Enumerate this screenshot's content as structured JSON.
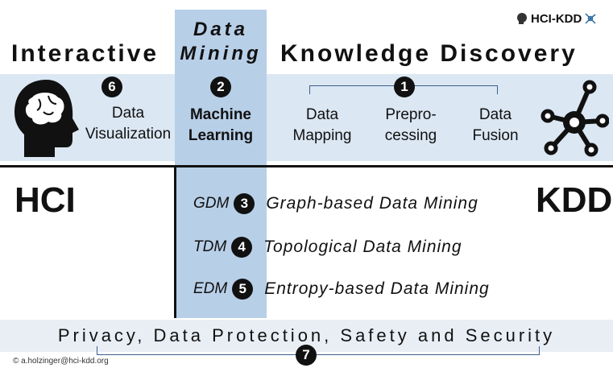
{
  "brand": {
    "label": "HCI-KDD"
  },
  "headers": {
    "interactive": "Interactive",
    "data_mining": "Data Mining",
    "kd": "Knowledge Discovery"
  },
  "steps": {
    "n6": "6",
    "n2": "2",
    "n1": "1",
    "n3": "3",
    "n4": "4",
    "n5": "5",
    "n7": "7",
    "data_viz_1": "Data",
    "data_viz_2": "Visualization",
    "ml_1": "Machine",
    "ml_2": "Learning",
    "mapping_1": "Data",
    "mapping_2": "Mapping",
    "prep_1": "Prepro-",
    "prep_2": "cessing",
    "fusion_1": "Data",
    "fusion_2": "Fusion"
  },
  "sides": {
    "hci": "HCI",
    "kdd": "KDD"
  },
  "mining": [
    {
      "abbr": "GDM",
      "num": "3",
      "label": "Graph-based Data Mining"
    },
    {
      "abbr": "TDM",
      "num": "4",
      "label": "Topological Data Mining"
    },
    {
      "abbr": "EDM",
      "num": "5",
      "label": "Entropy-based Data Mining"
    }
  ],
  "footer": {
    "privacy": "Privacy, Data Protection, Safety and Security",
    "credit": "© a.holzinger@hci-kdd.org"
  },
  "colors": {
    "band": "#dbe7f3",
    "column": "#b8cfe8",
    "accent": "#3a5f8a"
  },
  "icons": {
    "head": "brain-head-icon",
    "network": "network-hub-icon",
    "logo": "hci-kdd-logo-icon"
  }
}
